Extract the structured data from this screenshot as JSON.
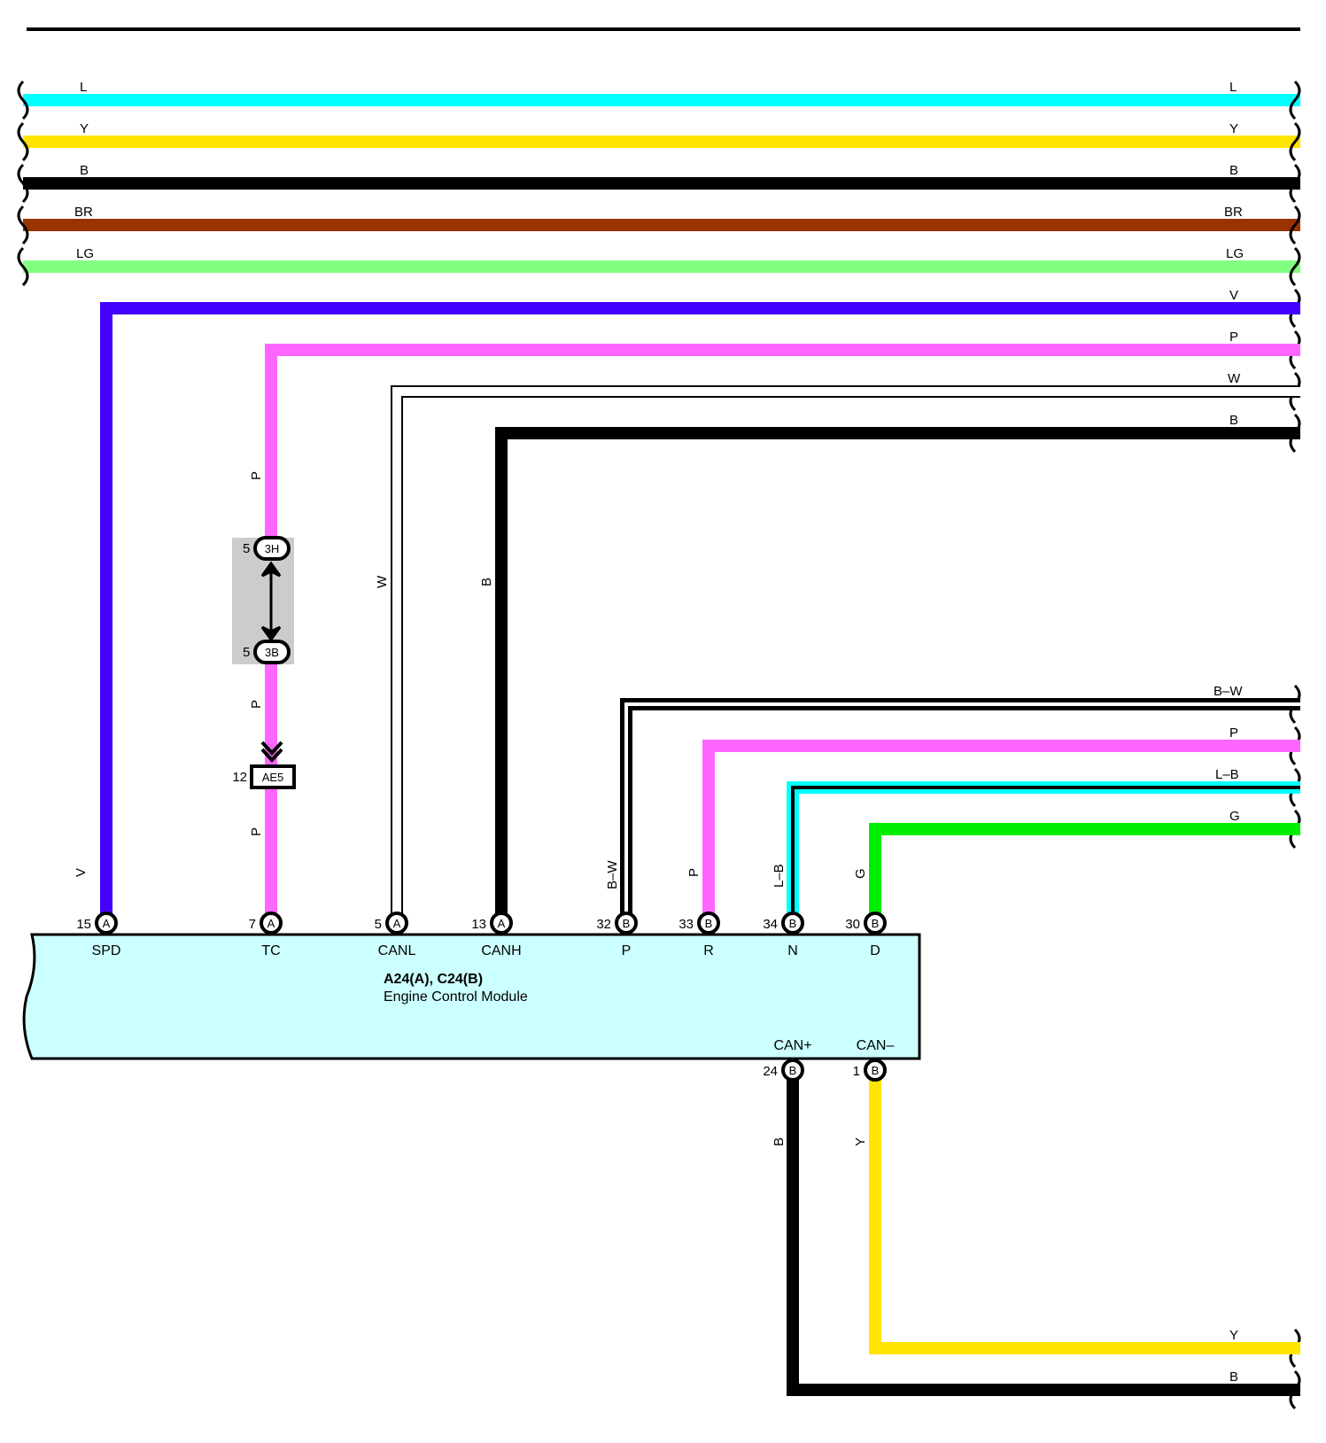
{
  "ecm": {
    "title": "A24(A), C24(B)",
    "subtitle": "Engine Control Module",
    "pins_top": [
      {
        "num": "15",
        "conn": "A",
        "name": "SPD"
      },
      {
        "num": "7",
        "conn": "A",
        "name": "TC"
      },
      {
        "num": "5",
        "conn": "A",
        "name": "CANL"
      },
      {
        "num": "13",
        "conn": "A",
        "name": "CANH"
      },
      {
        "num": "32",
        "conn": "B",
        "name": "P"
      },
      {
        "num": "33",
        "conn": "B",
        "name": "R"
      },
      {
        "num": "34",
        "conn": "B",
        "name": "N"
      },
      {
        "num": "30",
        "conn": "B",
        "name": "D"
      }
    ],
    "pins_bottom": [
      {
        "num": "24",
        "conn": "B",
        "name": "CAN+"
      },
      {
        "num": "1",
        "conn": "B",
        "name": "CAN–"
      }
    ]
  },
  "through_wires": [
    {
      "code": "L",
      "color": "#00FFFF"
    },
    {
      "code": "Y",
      "color": "#FFE500"
    },
    {
      "code": "B",
      "color": "#000000"
    },
    {
      "code": "BR",
      "color": "#993300"
    },
    {
      "code": "LG",
      "color": "#80FF80"
    }
  ],
  "ecm_wires": {
    "spd": {
      "code": "V",
      "color": "#4400FF"
    },
    "tc": {
      "code": "P",
      "color": "#FF66FF"
    },
    "canl": {
      "code": "W",
      "color": "#FFFFFF"
    },
    "canh": {
      "code": "B",
      "color": "#000000"
    },
    "p": {
      "code": "B–W",
      "color": "#000000",
      "stripe": "#FFFFFF"
    },
    "r": {
      "code": "P",
      "color": "#FF66FF"
    },
    "n": {
      "code": "L–B",
      "color": "#00FFFF",
      "stripe": "#000000"
    },
    "d": {
      "code": "G",
      "color": "#00EE00"
    },
    "canp": {
      "code": "B",
      "color": "#000000"
    },
    "canm": {
      "code": "Y",
      "color": "#FFE500"
    }
  },
  "connectors": {
    "j3h": {
      "pin": "5",
      "id": "3H"
    },
    "j3b": {
      "pin": "5",
      "id": "3B"
    },
    "ae5": {
      "pin": "12",
      "id": "AE5"
    }
  },
  "colors": {
    "ecm_fill": "#CCFFFF",
    "junction_fill": "#CCCCCC"
  }
}
